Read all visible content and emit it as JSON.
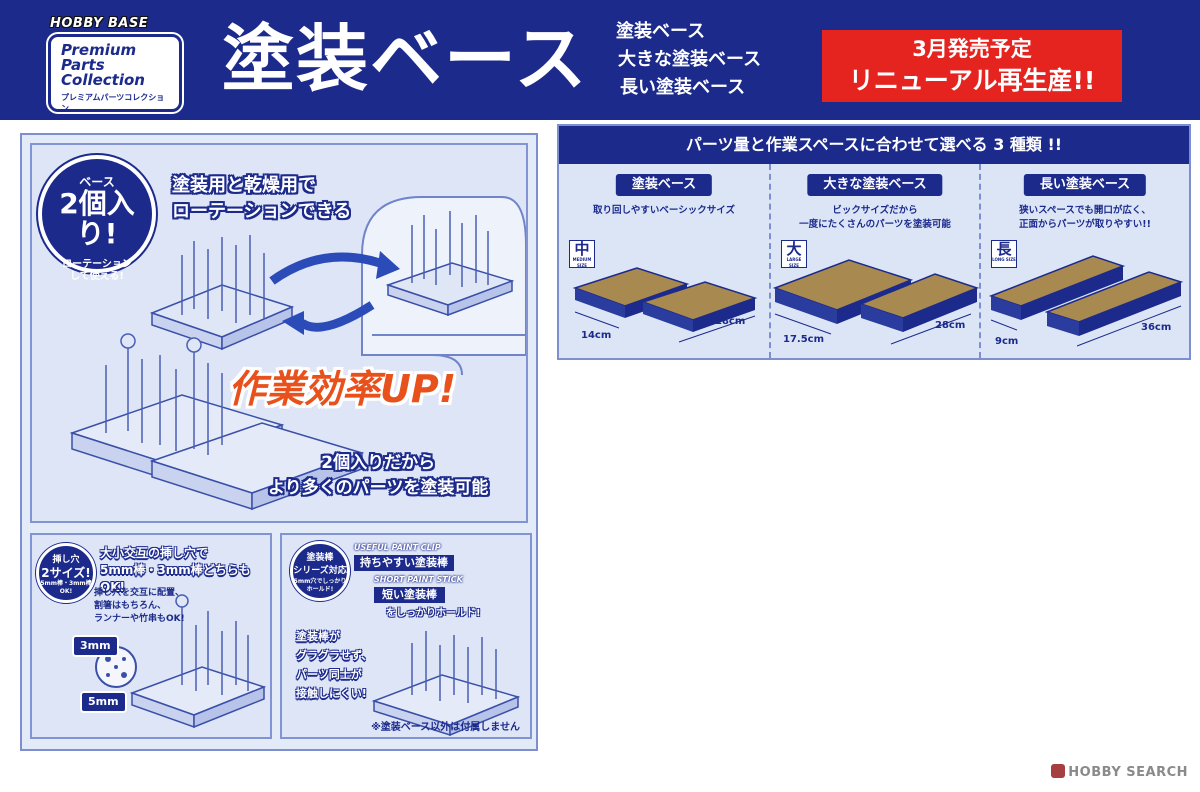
{
  "header": {
    "brand": "HOBBY BASE",
    "series_en": [
      "Premium",
      "Parts",
      "Collection"
    ],
    "series_kana": "プレミアムパーツコレクション",
    "title": "塗装ベース",
    "variants": [
      "塗装ベース",
      "大きな塗装ベース",
      "長い塗装ベース"
    ],
    "release_line1": "3月発売予定",
    "release_line2": "リニューアル再生産!!"
  },
  "left": {
    "badge": {
      "line1": "ベース",
      "line2": "2個入り!",
      "line3": "ローテーション",
      "line4": "して使える!"
    },
    "caption_rotation": [
      "塗装用と乾燥用で",
      "ローテーションできる"
    ],
    "efficiency": "作業効率UP!",
    "caption_more": [
      "2個入りだから",
      "より多くのパーツを塗装可能"
    ],
    "hole_badge": {
      "line1": "挿し穴",
      "line2": "2サイズ!",
      "line3": "5mm棒・3mm棒 OK!"
    },
    "hole_title": [
      "大小交互の挿し穴で",
      "5mm棒・3mm棒どちらもOK!"
    ],
    "hole_desc": [
      "挿し穴を交互に配置、",
      "割箸はもちろん、",
      "ランナーや竹串もOK!"
    ],
    "size_3mm": "3mm",
    "size_5mm": "5mm",
    "stick_badge": {
      "line1": "塗装棒",
      "line2": "シリーズ対応",
      "line3": "5mm穴でしっかりホールド!"
    },
    "clip_en": "USEFUL PAINT CLIP",
    "clip_jp": "持ちやすい塗装棒",
    "stick_en": "SHORT PAINT STICK",
    "stick_jp": "短い塗装棒",
    "hold": "をしっかりホールド!",
    "stick_desc": [
      "塗装棒が",
      "グラグラせず、",
      "パーツ同士が",
      "接触しにくい!"
    ],
    "disclaimer": "※塗装ベース以外は付属しません"
  },
  "right": {
    "header": "パーツ量と作業スペースに合わせて選べる 3 種類 !!",
    "columns": [
      {
        "title": "塗装ベース",
        "desc": [
          "取り回しやすいベーシックサイズ"
        ],
        "size_kanji": "中",
        "size_en": "MEDIUM SIZE",
        "width": "14cm",
        "length": "18cm"
      },
      {
        "title": "大きな塗装ベース",
        "desc": [
          "ビックサイズだから",
          "一度にたくさんのパーツを塗装可能"
        ],
        "size_kanji": "大",
        "size_en": "LARGE SIZE",
        "width": "17.5cm",
        "length": "28cm"
      },
      {
        "title": "長い塗装ベース",
        "desc": [
          "狭いスペースでも開口が広く、",
          "正面からパーツが取りやすい!!"
        ],
        "size_kanji": "長",
        "size_en": "LONG SIZE",
        "width": "9cm",
        "length": "36cm"
      }
    ]
  },
  "watermark": "HOBBY SEARCH",
  "colors": {
    "navy": "#1c2a8c",
    "red": "#e52420",
    "orange": "#e8501c",
    "panel": "#dde5f6",
    "cork": "#a8894f"
  }
}
